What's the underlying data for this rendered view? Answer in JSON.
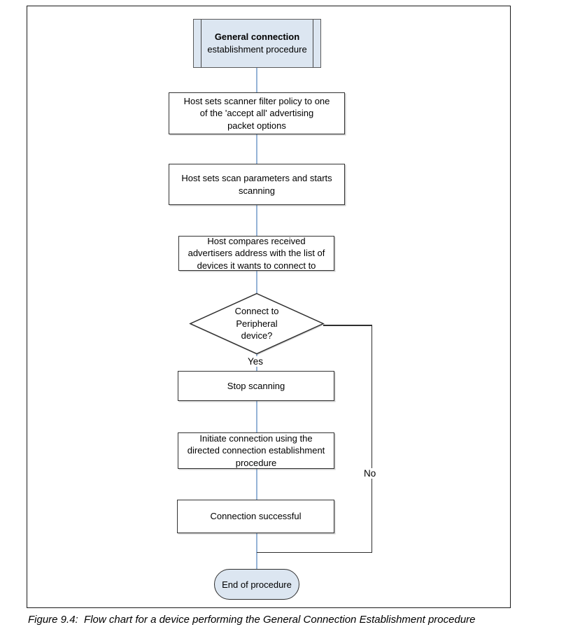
{
  "figure": {
    "caption": "Figure 9.4:  Flow chart for a device performing the General Connection Establishment procedure"
  },
  "colors": {
    "terminal_fill": "#dce6f1",
    "connector_blue": "#95b3d7",
    "branch_line": "#2e2e2e",
    "box_border": "#323232"
  },
  "flowchart": {
    "start": {
      "line1": "General connection",
      "line2": "establishment procedure"
    },
    "steps": {
      "filter_policy": "Host sets scanner filter policy to one\nof the 'accept all' advertising\npacket options",
      "scan_params": "Host sets scan parameters and starts\nscanning",
      "compare_address": "Host compares received\nadvertisers address with the list of\ndevices it wants to connect to",
      "stop_scanning": "Stop scanning",
      "initiate_connection": "Initiate connection using the\ndirected connection establishment\nprocedure",
      "connection_successful": "Connection successful"
    },
    "decision": {
      "text": "Connect to\nPeripheral\ndevice?",
      "yes_label": "Yes",
      "no_label": "No"
    },
    "end": "End of procedure"
  }
}
